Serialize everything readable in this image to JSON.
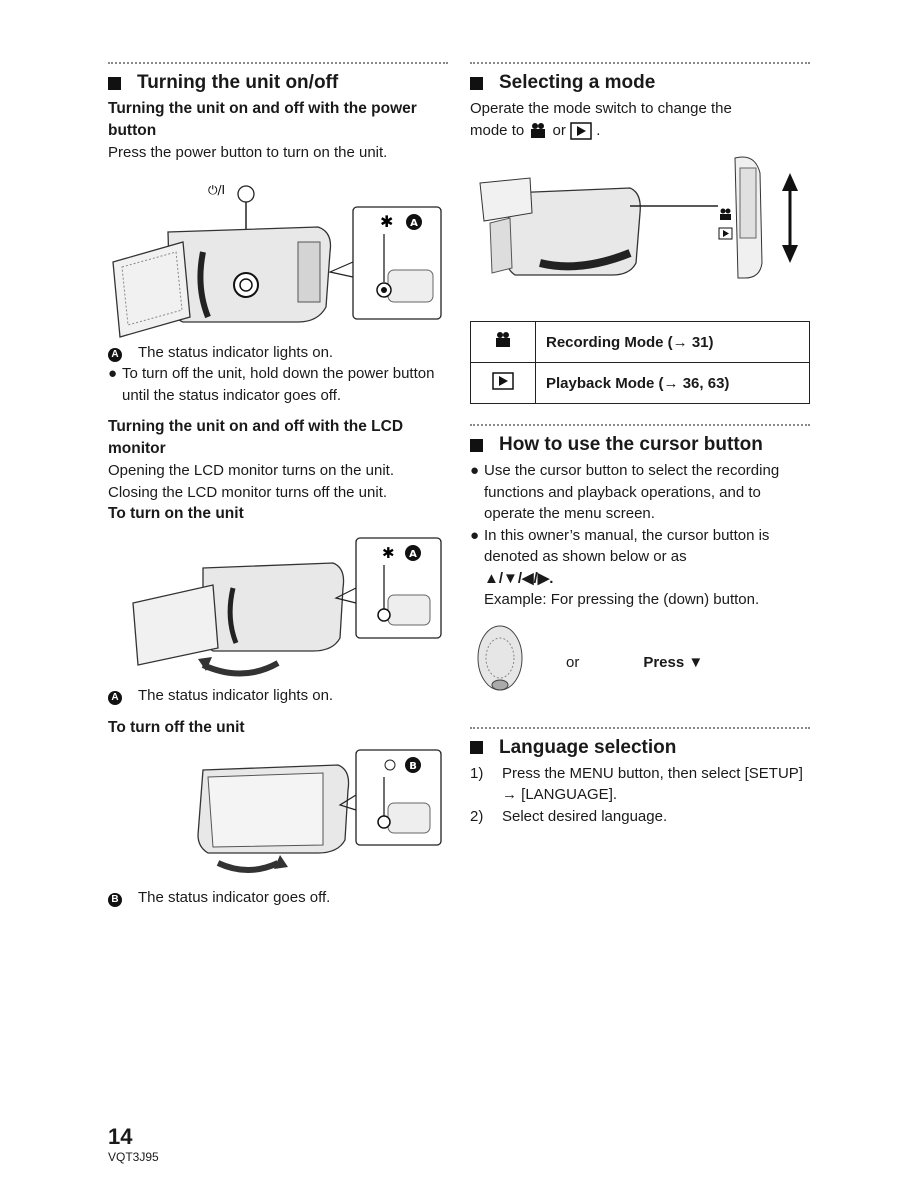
{
  "left": {
    "section1_title": "Turning the unit on/off",
    "sub1": "Turning the unit on and off with the power button",
    "sub1_text": "Press the power button to turn on the unit.",
    "power_symbol": "⏻/I",
    "noteA1": "The status indicator lights on.",
    "bullet1": "To turn off the unit, hold down the power button until the status indicator goes off.",
    "sub2": "Turning the unit on and off with the LCD monitor",
    "sub2_text1": "Opening the LCD monitor turns on the unit.",
    "sub2_text2": "Closing the LCD monitor turns off the unit.",
    "turn_on": "To turn on the unit",
    "noteA2": "The status indicator lights on.",
    "turn_off": "To turn off the unit",
    "noteB": "The status indicator goes off.",
    "letterA": "A",
    "letterB": "B"
  },
  "right": {
    "section2_title": "Selecting a mode",
    "mode_text1": "Operate the mode switch to change the",
    "mode_text2a": "mode to",
    "mode_text2b": "or",
    "mode_text2c": ".",
    "row1": "Recording Mode (→ 31)",
    "row2": "Playback Mode (→ 36, 63)",
    "section3_title": "How to use the cursor button",
    "cb1": "Use the cursor button to select the recording functions and playback operations, and to operate the menu screen.",
    "cb2": "In this owner’s manual, the cursor button is denoted as shown below or as",
    "arrows": "▲/▼/◀/▶.",
    "example": "Example: For pressing the (down) button.",
    "or": "or",
    "press": "Press ▼",
    "section4_title": "Language selection",
    "step1_num": "1)",
    "step1": "Press the MENU button, then select [SETUP] → [LANGUAGE].",
    "step2_num": "2)",
    "step2": "Select desired language."
  },
  "footer": {
    "page": "14",
    "code": "VQT3J95"
  }
}
